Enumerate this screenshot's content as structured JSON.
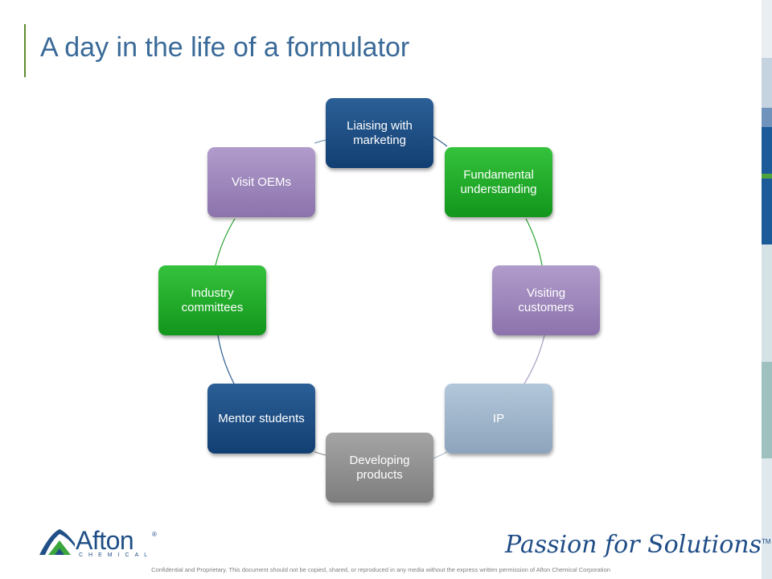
{
  "slide": {
    "title": "A day in the life of a formulator",
    "tagline": "Passion for Solutions",
    "tagline_mark": "TM",
    "footer": "Confidential and Proprietary. This document should not be copied, shared, or reproduced in any media without the express written permission of Afton Chemical Corporation"
  },
  "logo": {
    "name": "Afton",
    "subtitle": "CHEMICAL",
    "mark": "®"
  },
  "colors": {
    "title": "#3a6a98",
    "navy": "#1a4a80",
    "green": "#1fa829",
    "lilac": "#9d86bb",
    "steel": "#a0b5ca",
    "grey": "#8f8f8f"
  },
  "cycle": {
    "steps": [
      "Liaising with marketing",
      "Fundamental understanding",
      "Visiting customers",
      "IP",
      "Developing products",
      "Mentor students",
      "Industry committees",
      "Visit OEMs"
    ]
  }
}
